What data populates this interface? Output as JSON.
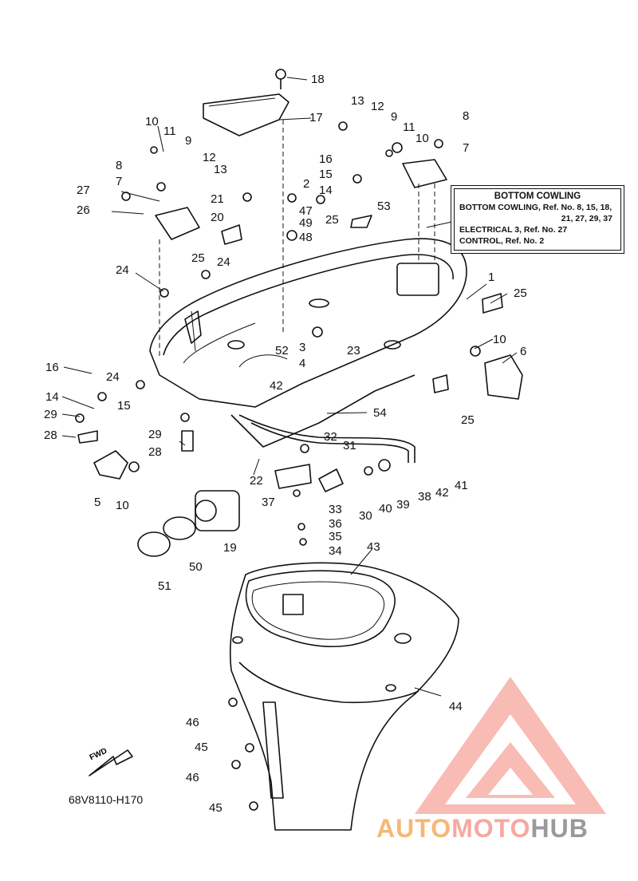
{
  "legend": {
    "title": "BOTTOM COWLING",
    "lines": [
      "BOTTOM COWLING,  Ref. No. 8, 15, 18,",
      "21, 27, 29, 37",
      "ELECTRICAL 3,  Ref. No. 27",
      "CONTROL,  Ref. No. 2"
    ]
  },
  "reference_code": "68V8110-H170",
  "fwd_label": "FWD",
  "watermark": {
    "part1": "AUTO",
    "part2": "MOTO",
    "part3": "HUB"
  },
  "callouts": [
    "1",
    "2",
    "3",
    "4",
    "5",
    "6",
    "7",
    "8",
    "9",
    "10",
    "11",
    "12",
    "13",
    "14",
    "15",
    "16",
    "17",
    "18",
    "19",
    "20",
    "21",
    "22",
    "23",
    "24",
    "25",
    "26",
    "27",
    "28",
    "29",
    "30",
    "31",
    "32",
    "33",
    "34",
    "35",
    "36",
    "37",
    "38",
    "39",
    "40",
    "41",
    "42",
    "43",
    "44",
    "45",
    "46",
    "47",
    "48",
    "49",
    "50",
    "51",
    "52",
    "53",
    "54"
  ],
  "colors": {
    "line": "#111111",
    "watermark_orange": "#f6b777",
    "watermark_red": "#f4a09a",
    "watermark_gray": "#9a9a9a"
  }
}
